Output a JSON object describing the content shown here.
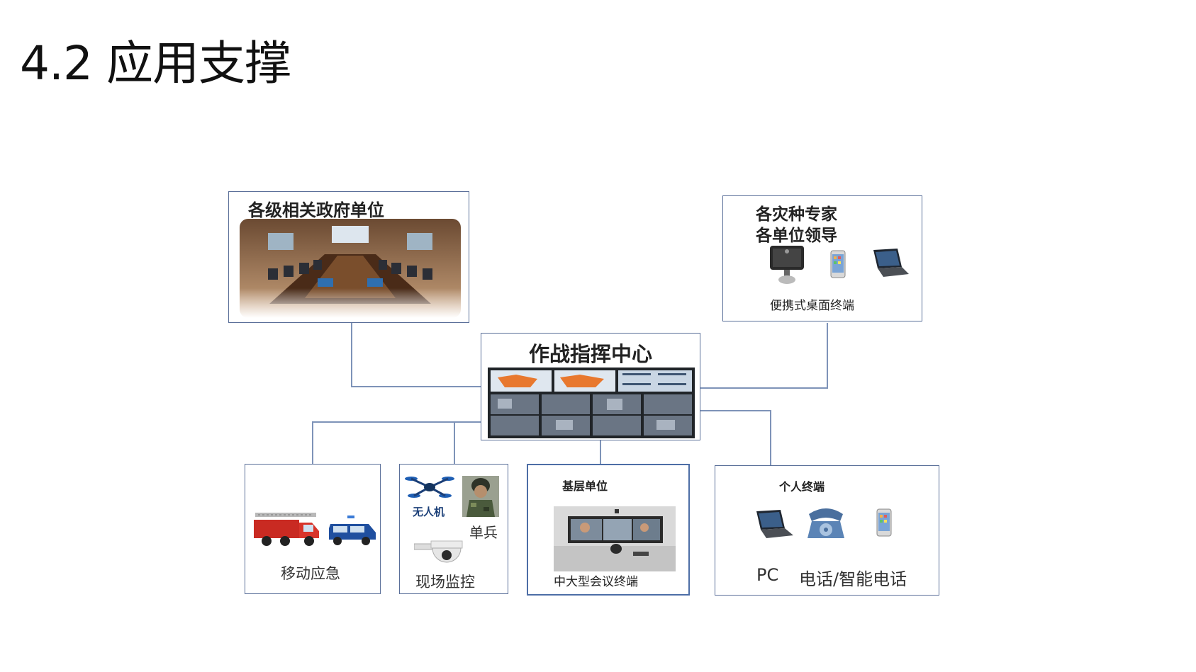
{
  "slide": {
    "title": "4.2 应用支撑"
  },
  "nodes": {
    "gov": {
      "label": "各级相关政府单位"
    },
    "experts": {
      "line1": "各灾种专家",
      "line2": "各单位领导",
      "caption": "便携式桌面终端"
    },
    "center": {
      "label": "作战指挥中心"
    },
    "mobile": {
      "label": "移动应急"
    },
    "field": {
      "drone": "无人机",
      "soldier": "单兵",
      "camera": "现场监控"
    },
    "grassroots": {
      "label": "基层单位",
      "caption": "中大型会议终端"
    },
    "personal": {
      "label": "个人终端",
      "pc": "PC",
      "phone": "电话/智能电话"
    }
  },
  "colors": {
    "border": "#5a6f99",
    "connector": "#7e93b8",
    "title": "#111111"
  },
  "icons": [
    "conference-room-photo",
    "video-terminal-icon",
    "smartphone-icon",
    "laptop-icon",
    "video-wall-photo",
    "fire-truck-icon",
    "police-car-icon",
    "drone-icon",
    "soldier-photo",
    "dome-camera-icon",
    "conference-terminal-photo",
    "desk-phone-icon"
  ]
}
